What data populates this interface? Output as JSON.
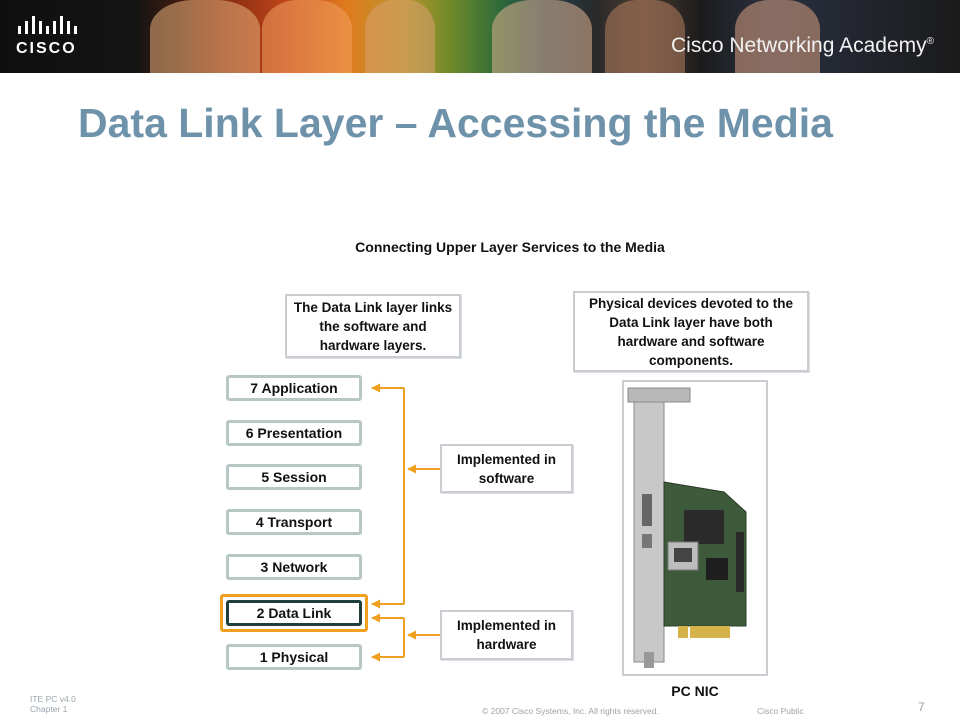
{
  "banner": {
    "logo_text": "CISCO",
    "academy": "Cisco Networking Academy",
    "academy_mark": "®"
  },
  "title": "Data Link Layer – Accessing the Media",
  "diagram": {
    "title": "Connecting Upper Layer Services to the Media",
    "callout_links": "The Data Link layer links the software and hardware layers.",
    "callout_devices": "Physical devices devoted to the Data Link layer have both hardware and software components.",
    "software_label": "Implemented in software",
    "hardware_label": "Implemented in hardware",
    "layers": [
      "7 Application",
      "6 Presentation",
      "5 Session",
      "4 Transport",
      "3 Network",
      "2 Data Link",
      "1 Physical"
    ],
    "highlighted_layer": "2 Data Link",
    "nic_label": "PC NIC",
    "connector_color": "#f0a020"
  },
  "footer": {
    "course": "ITE PC v4.0",
    "chapter": "Chapter 1",
    "copyright": "© 2007 Cisco Systems, Inc. All rights reserved.",
    "classification": "Cisco Public",
    "page": "7"
  }
}
